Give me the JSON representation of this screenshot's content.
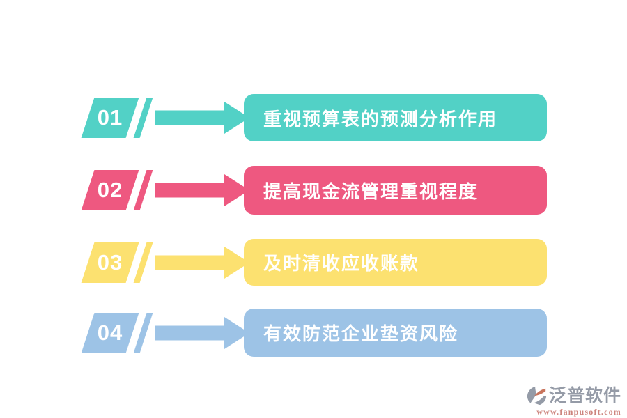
{
  "page": {
    "background": "#FFFFFF"
  },
  "text_color": "#FFFFFF",
  "steps": [
    {
      "number": "01",
      "label": "重视预算表的预测分析作用",
      "color": "#52D1C6"
    },
    {
      "number": "02",
      "label": "提高现金流管理重视程度",
      "color": "#EE5880"
    },
    {
      "number": "03",
      "label": "及时清收应收账款",
      "color": "#FCE170"
    },
    {
      "number": "04",
      "label": "有效防范企业垫资风险",
      "color": "#9DC3E6"
    }
  ],
  "watermark": {
    "brand": "泛普软件",
    "url": "www.fanpusoft.com",
    "brand_color": "#8D93A0",
    "url_color": "#C97B74",
    "icon_gray": "#8C93A0",
    "icon_accent": "#C4694F"
  }
}
